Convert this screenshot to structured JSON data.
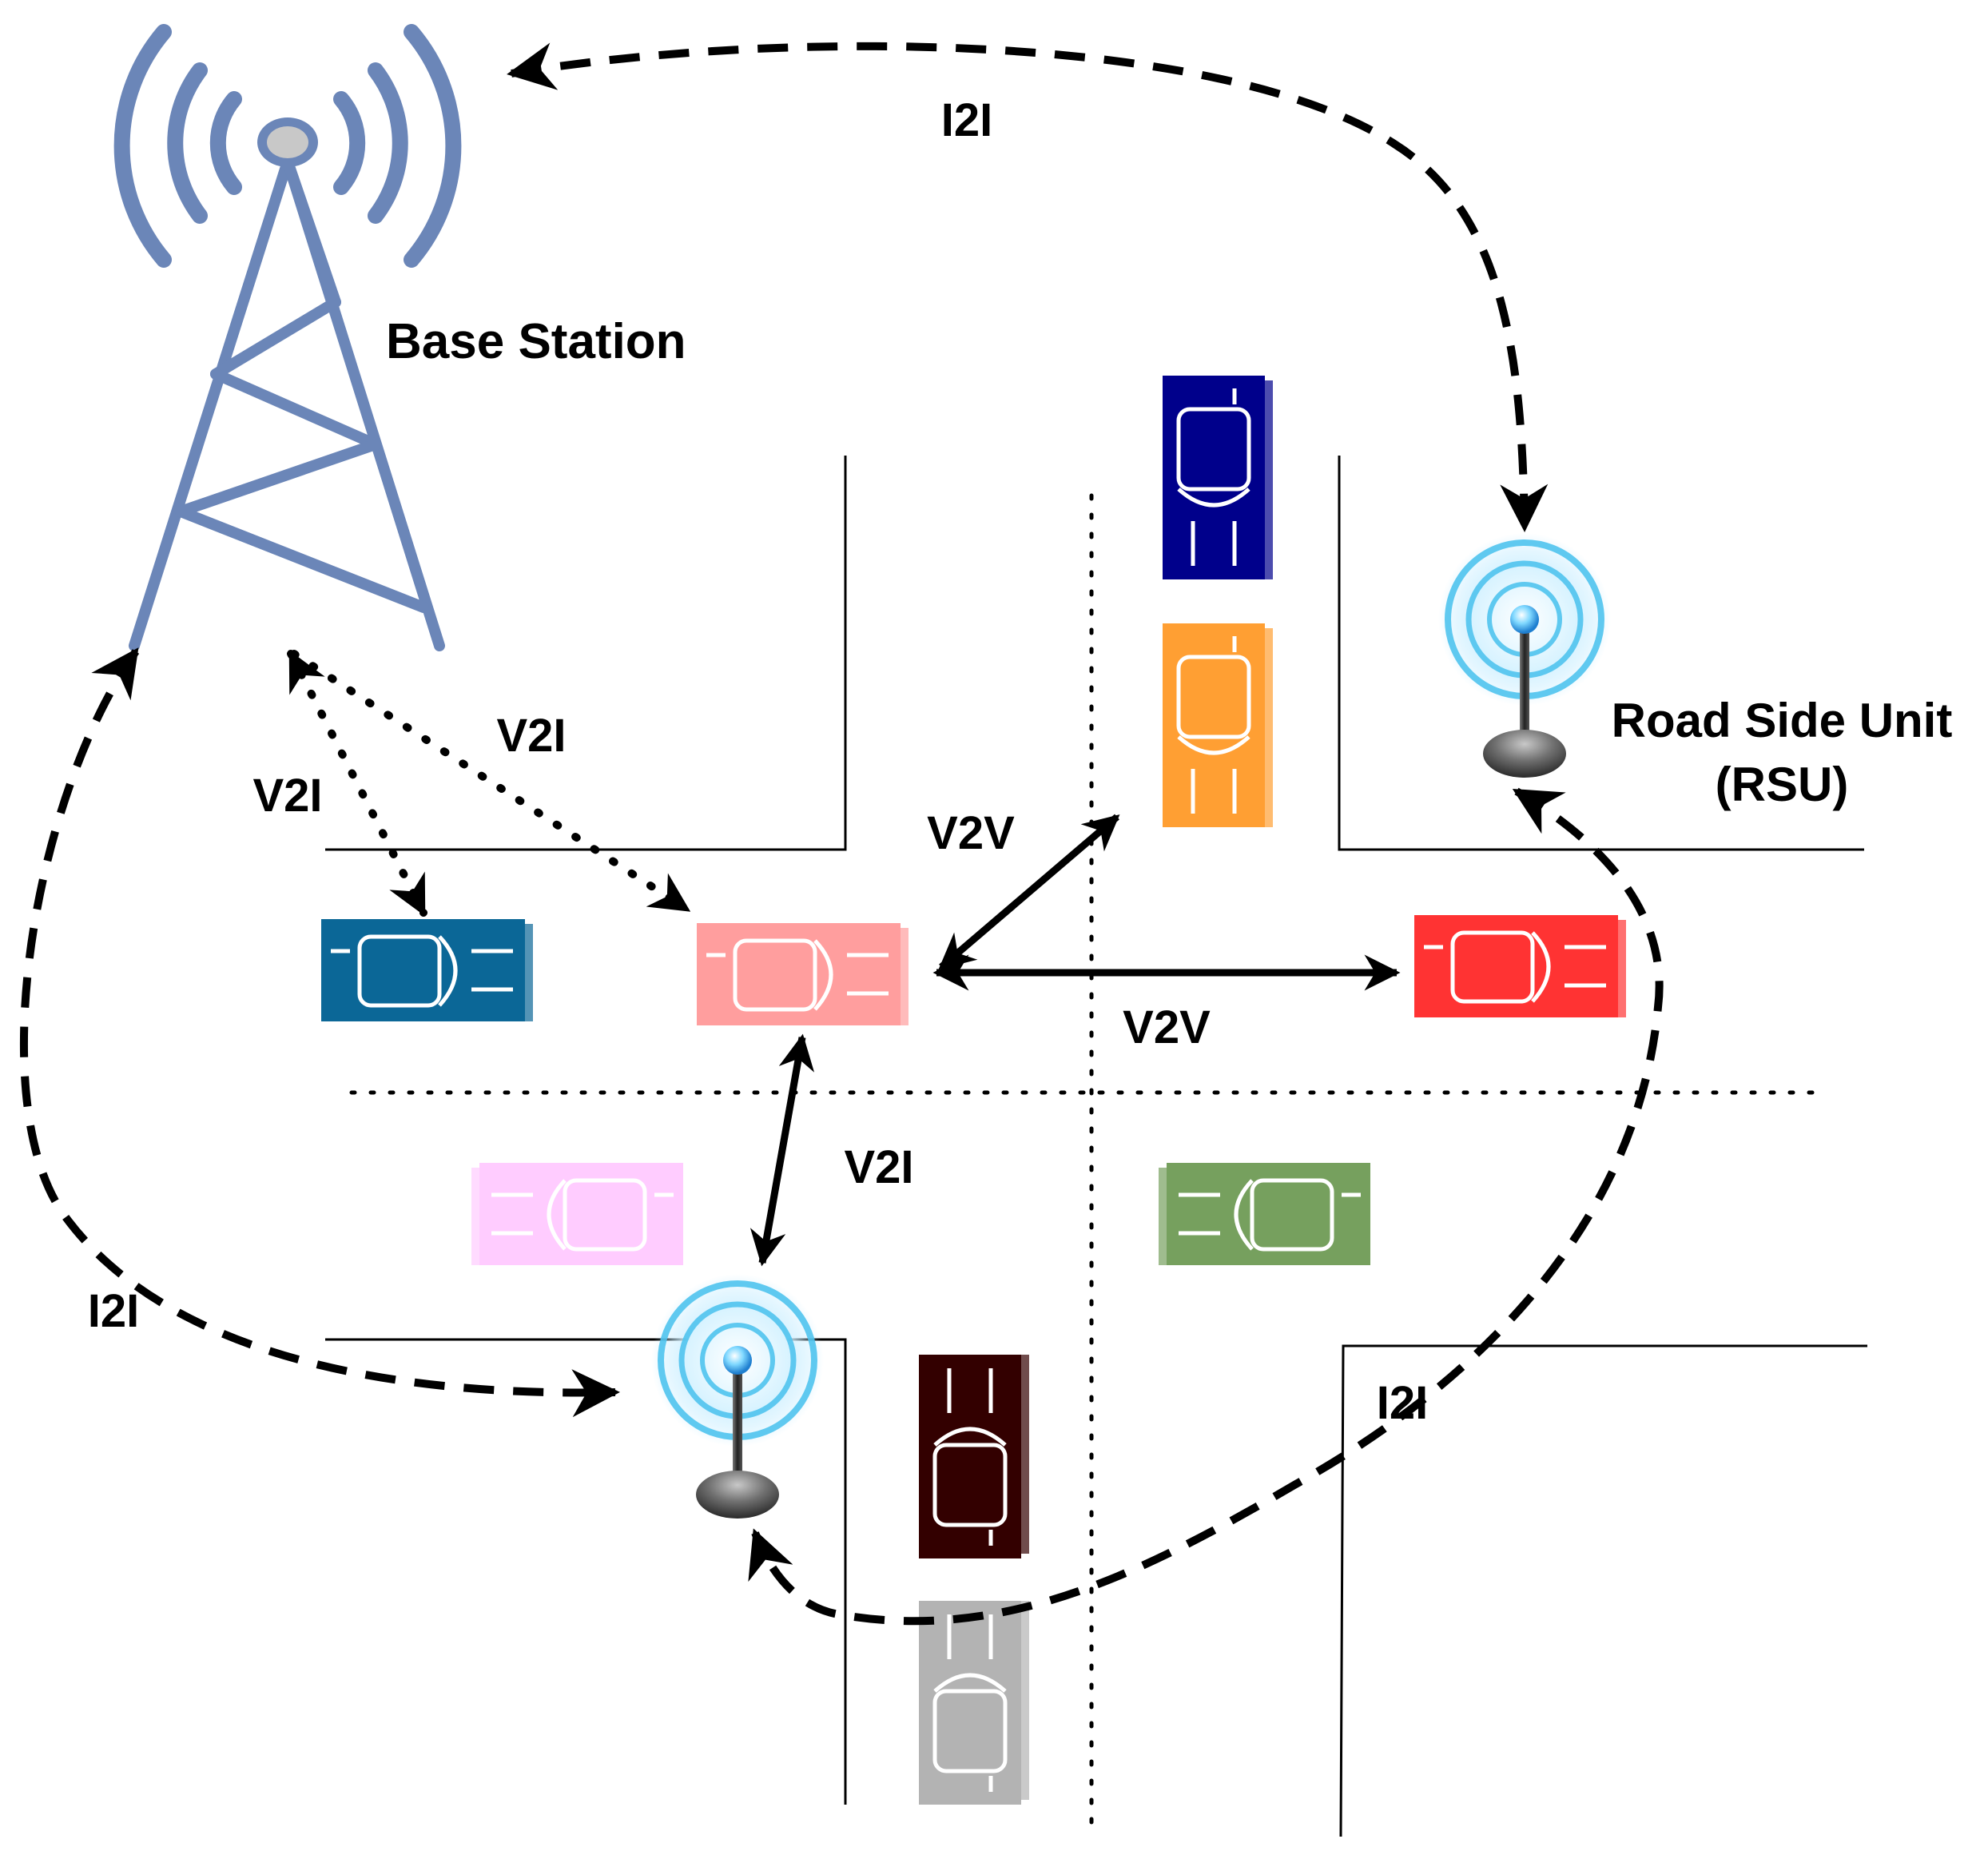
{
  "labels": {
    "base_station": "Base Station",
    "rsu_line1": "Road Side Unit",
    "rsu_line2": "(RSU)",
    "i2i_top": "I2I",
    "i2i_left": "I2I",
    "i2i_right": "I2I",
    "v2i_left": "V2I",
    "v2i_mid": "V2I",
    "v2i_bottom": "V2I",
    "v2v_upper": "V2V",
    "v2v_lower": "V2V"
  },
  "colors": {
    "tower": "#6b86b8",
    "car_navy": "#00008b",
    "car_orange": "#ff9f33",
    "car_teal": "#0b6797",
    "car_pink": "#ff9e9e",
    "car_red": "#ff3333",
    "car_lilac": "#ffccff",
    "car_green": "#76a05e",
    "car_maroon": "#330000",
    "car_gray": "#b3b3b3",
    "rsu_glow": "#4fc3ee"
  }
}
